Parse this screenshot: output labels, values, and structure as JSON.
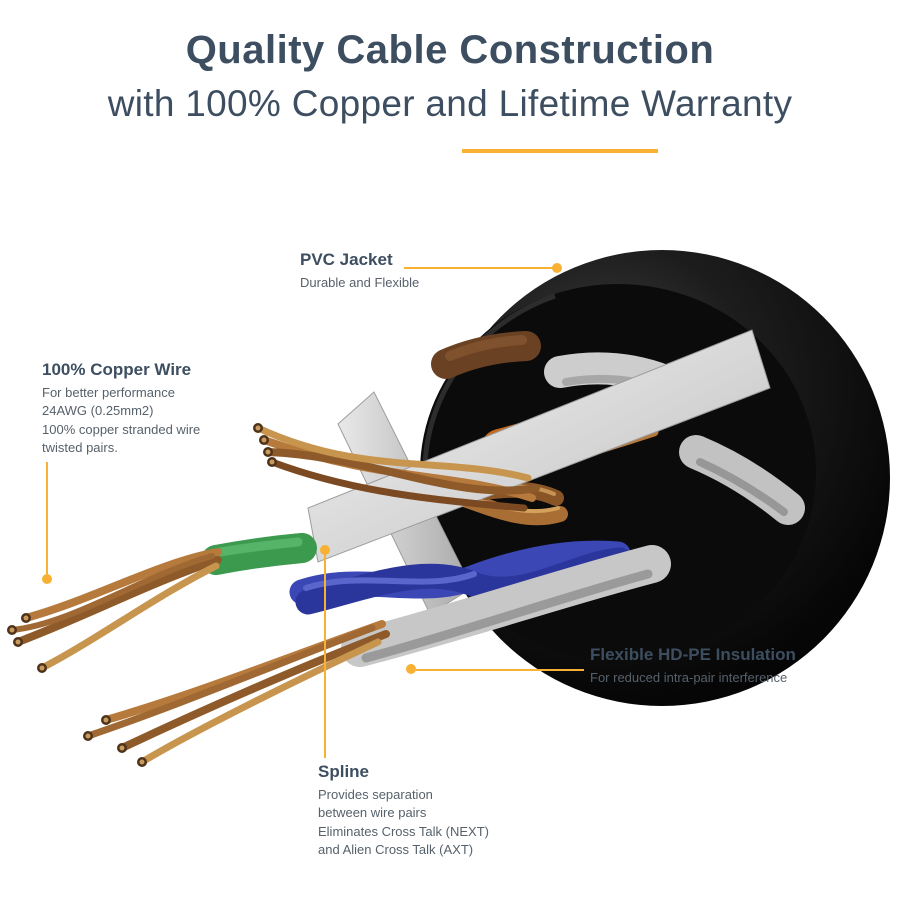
{
  "header": {
    "title": "Quality Cable Construction",
    "subtitle": "with 100% Copper and Lifetime Warranty"
  },
  "callouts": {
    "pvc_jacket": {
      "label": "PVC Jacket",
      "description": "Durable and Flexible"
    },
    "copper_wire": {
      "label": "100% Copper Wire",
      "description": "For better performance\n24AWG (0.25mm2)\n100% copper stranded wire\ntwisted pairs."
    },
    "hdpe_insulation": {
      "label": "Flexible HD-PE Insulation",
      "description": "For reduced intra-pair interference"
    },
    "spline": {
      "label": "Spline",
      "description": "Provides separation\nbetween wire pairs\nEliminates Cross Talk (NEXT)\nand Alien Cross Talk (AXT)"
    }
  },
  "colors": {
    "accent": "#f8b133",
    "heading": "#3d4e61",
    "body": "#57616b",
    "background": "#ffffff"
  },
  "illustration": {
    "name": "ethernet-cable-cutaway",
    "elements": [
      "pvc-jacket",
      "spline",
      "copper-stranded-wire-pairs",
      "orange-wire",
      "blue-wire",
      "green-wire",
      "brown-wire",
      "gray-hdpe-insulated-wires"
    ],
    "element_colors": {
      "jacket": "#111111",
      "spline": "#d9d9d9",
      "copper": "#b5793a",
      "orange_wire": "#c76a1b",
      "blue_wire": "#3a47b4",
      "green_wire": "#3c9a4e",
      "brown_wire": "#6b4123",
      "gray_wire": "#c7c7c7"
    }
  }
}
